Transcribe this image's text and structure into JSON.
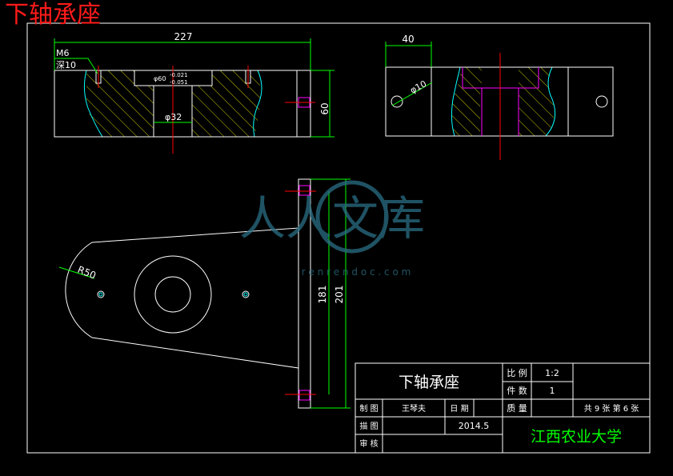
{
  "page_title": "下轴承座",
  "watermark": {
    "main": "人人文库",
    "sub": "r e n r e n d o c . c o m"
  },
  "dimensions": {
    "width_227": "227",
    "thread_m6": "M6",
    "depth_10": "深10",
    "bore_phi60": "φ60",
    "tol_upper": "-0.021",
    "tol_lower": "-0.051",
    "bore_phi32": "φ32",
    "height_60": "60",
    "side_40": "40",
    "hole_phi10": "φ10",
    "radius_r50": "R50",
    "len_181": "181",
    "len_201": "201"
  },
  "title_block": {
    "part_name": "下轴承座",
    "scale_label": "比 例",
    "scale_value": "1:2",
    "qty_label": "件 数",
    "qty_value": "1",
    "drawn_label": "制 图",
    "drawn_name": "王琴夫",
    "date_label": "日 期",
    "date_value": "2014.5",
    "weight_label": "质 量",
    "sheet_info": "共 9 张  第 6 张",
    "traced_label": "描 图",
    "checked_label": "审 核",
    "school": "江西农业大学"
  },
  "colors": {
    "outline": "#ffffff",
    "dimension": "#00ff00",
    "centerline": "#ff0000",
    "hatch": "#ffff00",
    "break_line": "#00ffff",
    "hidden": "#ff00ff",
    "title_red": "#ff1a1a",
    "watermark": "#2a6f86"
  }
}
